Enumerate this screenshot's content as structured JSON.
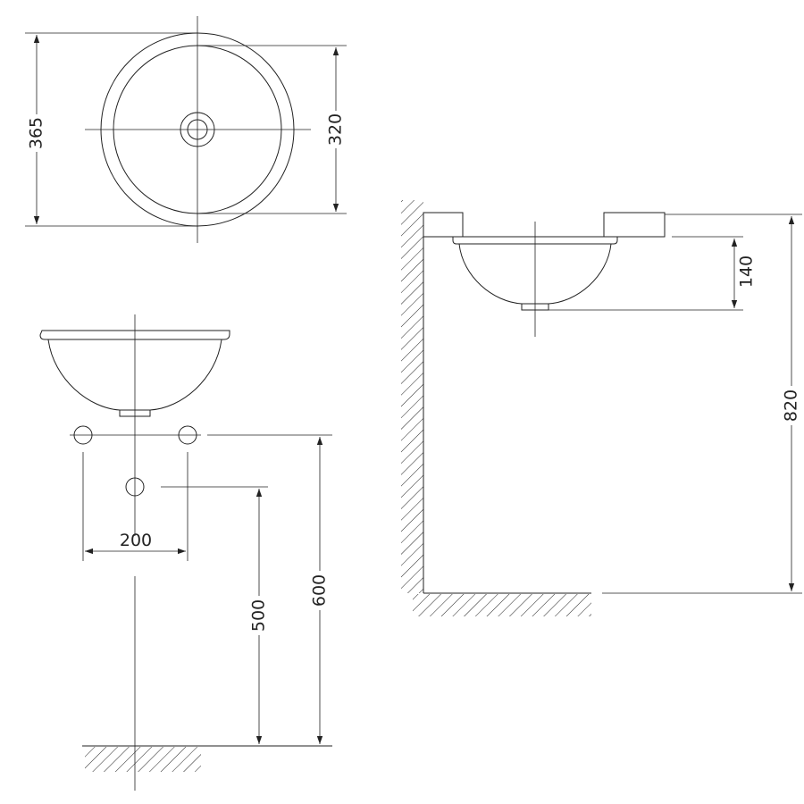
{
  "dimensions": {
    "top_outer_diameter": "365",
    "top_inner_diameter": "320",
    "tap_hole_spacing": "200",
    "drain_height": "500",
    "tap_height": "600",
    "basin_depth": "140",
    "counter_height": "820"
  }
}
